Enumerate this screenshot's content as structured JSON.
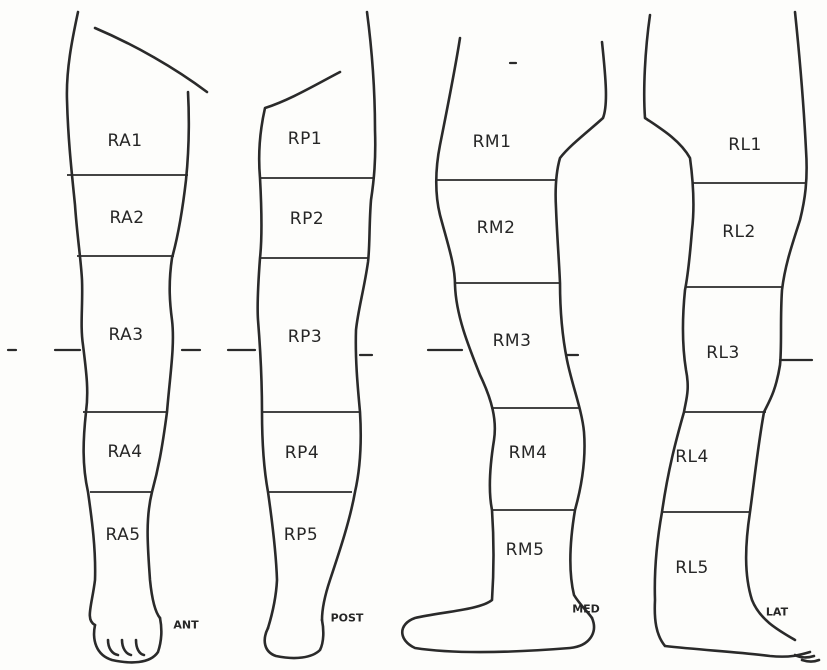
{
  "views": [
    {
      "key": "ant",
      "view_label": "ANT",
      "regions": [
        "RA1",
        "RA2",
        "RA3",
        "RA4",
        "RA5"
      ]
    },
    {
      "key": "post",
      "view_label": "POST",
      "regions": [
        "RP1",
        "RP2",
        "RP3",
        "RP4",
        "RP5"
      ]
    },
    {
      "key": "med",
      "view_label": "MED",
      "regions": [
        "RM1",
        "RM2",
        "RM3",
        "RM4",
        "RM5"
      ]
    },
    {
      "key": "lat",
      "view_label": "LAT",
      "regions": [
        "RL1",
        "RL2",
        "RL3",
        "RL4",
        "RL5"
      ]
    }
  ]
}
